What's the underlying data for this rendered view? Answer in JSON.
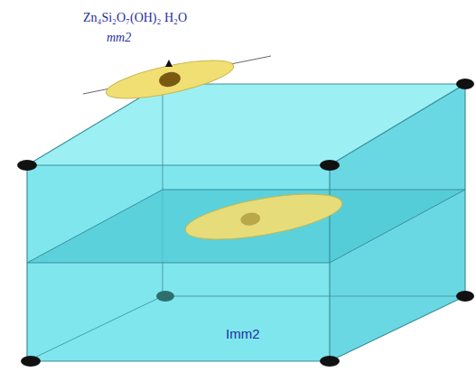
{
  "diagram": {
    "labels": [
      "Zn₄Si₂O₇(OH)₂ H₂O",
      "mm2",
      "Imm2"
    ]
  }
}
